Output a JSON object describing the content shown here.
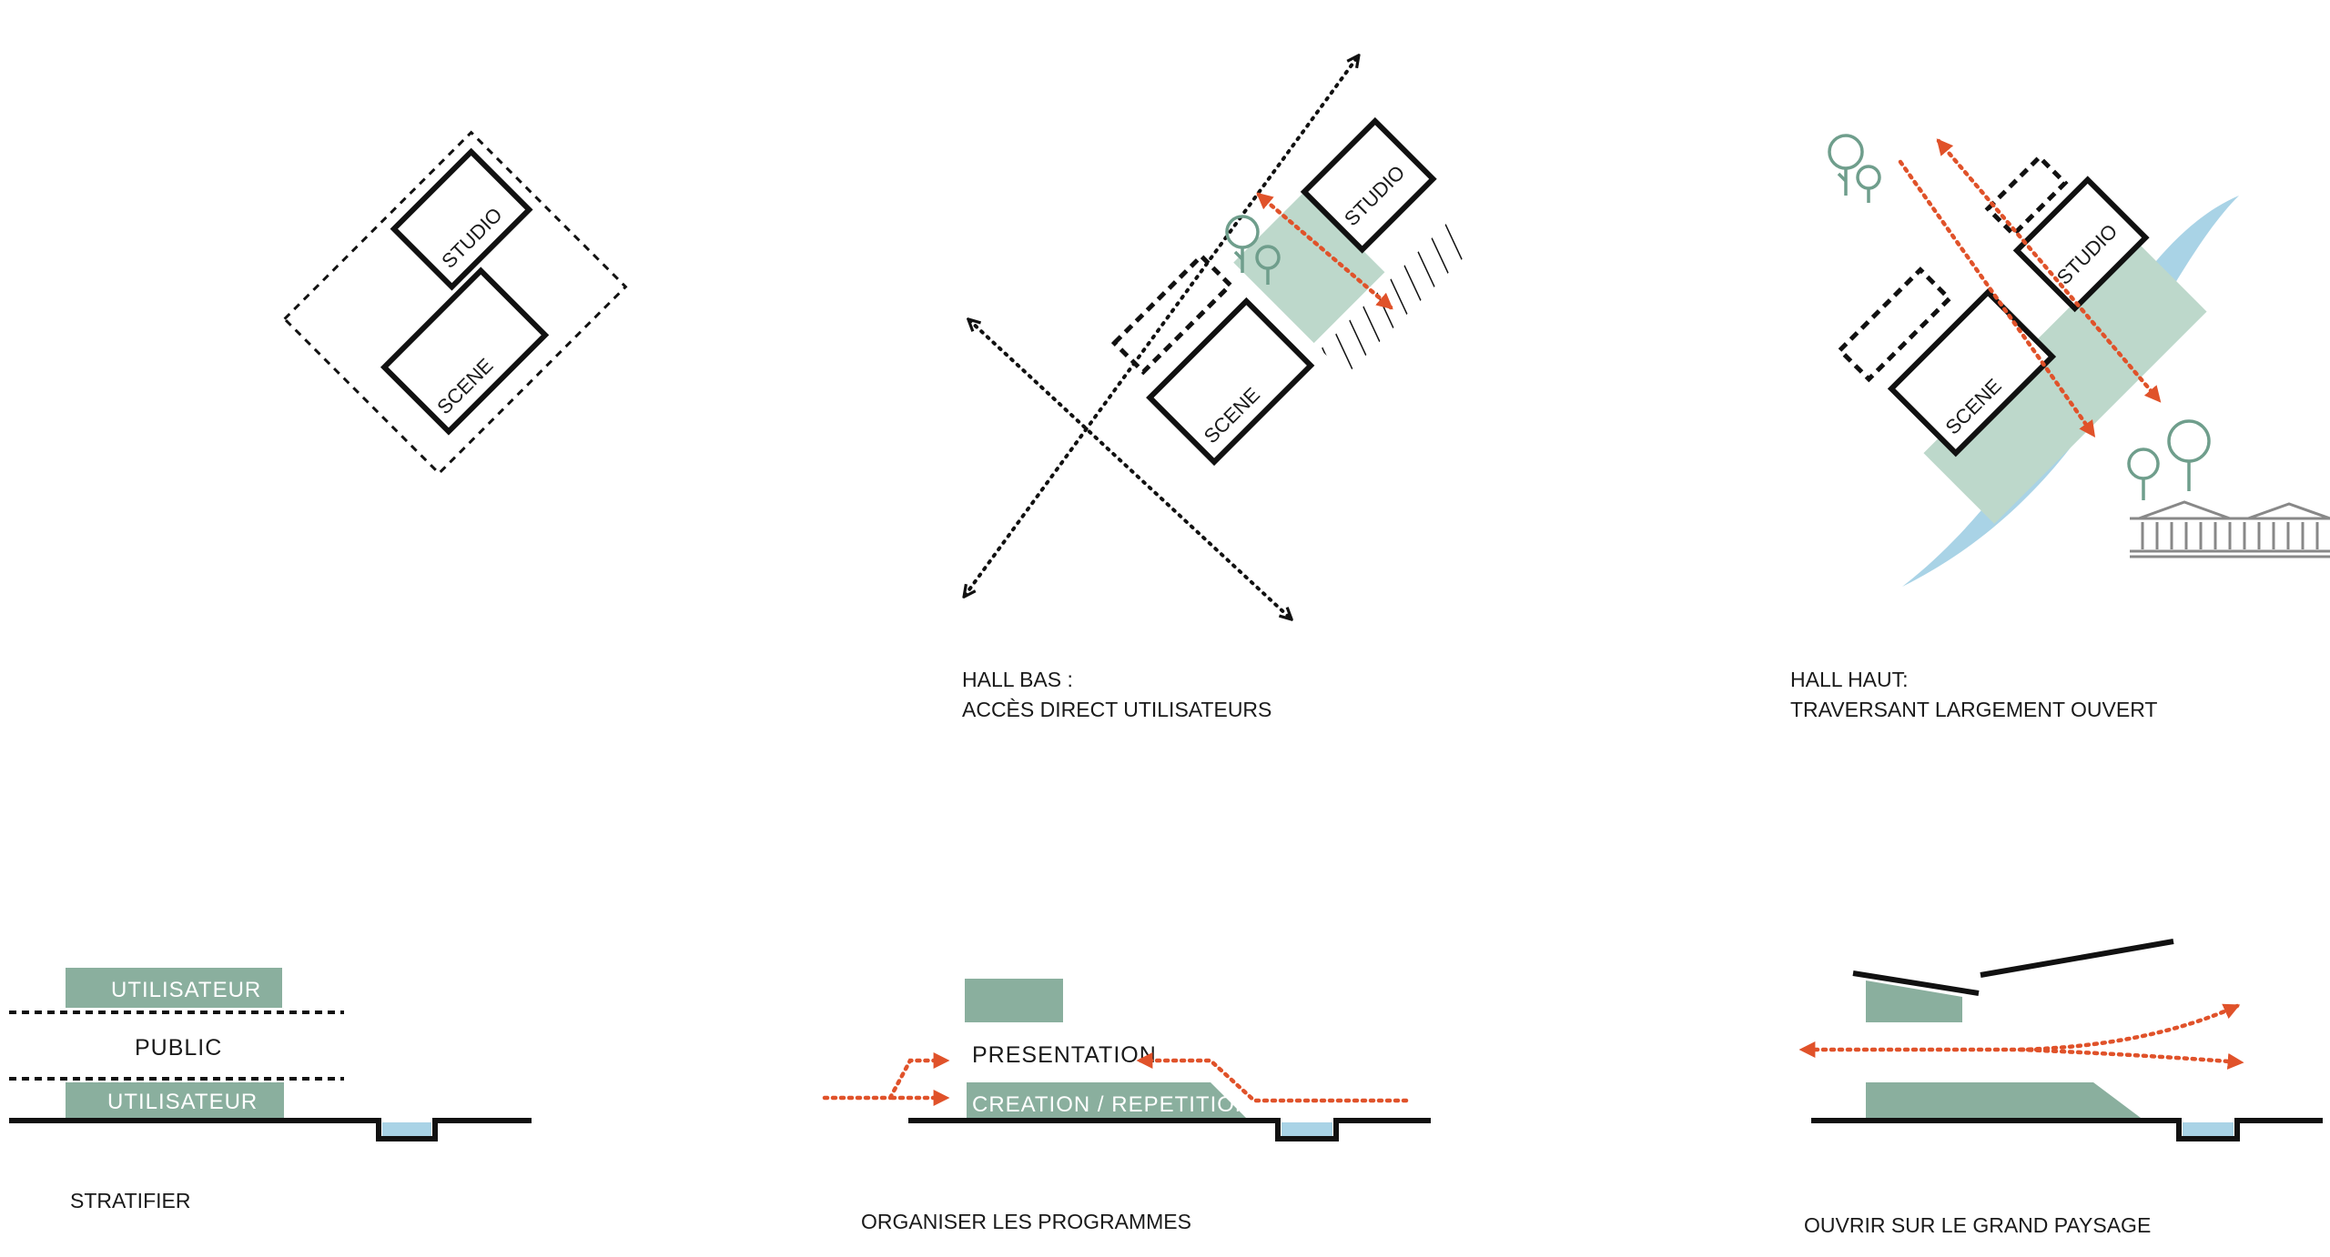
{
  "colors": {
    "green_fill": "#8aaf9e",
    "green_light": "#bdd8cb",
    "orange": "#e0522a",
    "blue": "#a9d3e6",
    "tree": "#6f9e8c",
    "line": "#111111",
    "building": "#888888"
  },
  "icons": [
    "tree-icon",
    "palace-building-icon",
    "arrow-icon"
  ],
  "panels": {
    "plan1": {
      "scene": "SCENE",
      "studio": "STUDIO"
    },
    "plan2": {
      "scene": "SCENE",
      "studio": "STUDIO",
      "caption_line1": "HALL BAS :",
      "caption_line2": "ACCÈS DIRECT UTILISATEURS"
    },
    "plan3": {
      "scene": "SCENE",
      "studio": "STUDIO",
      "caption_line1": "HALL HAUT:",
      "caption_line2": "TRAVERSANT LARGEMENT OUVERT"
    },
    "section1": {
      "top_block": "UTILISATEUR",
      "middle": "PUBLIC",
      "bottom_block": "UTILISATEUR",
      "caption": "STRATIFIER"
    },
    "section2": {
      "upper": "PRESENTATION",
      "lower": "CREATION / REPETITION",
      "caption": "ORGANISER LES PROGRAMMES"
    },
    "section3": {
      "caption": "OUVRIR SUR LE GRAND PAYSAGE"
    }
  }
}
